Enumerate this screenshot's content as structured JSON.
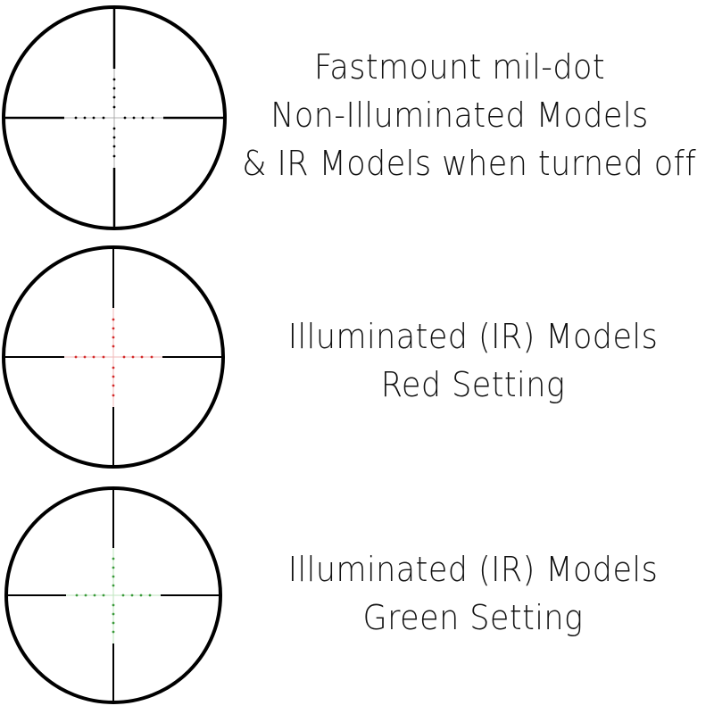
{
  "panels": [
    {
      "name": "non-illuminated",
      "dot_color": "#000000",
      "fine_line_color": "#9a9a9a",
      "caption_lines": [
        "Fastmount mil-dot",
        "Non-Illuminated Models",
        "& IR Models when turned off"
      ]
    },
    {
      "name": "red-setting",
      "dot_color": "#d42a2a",
      "fine_line_color": "#f0b8b8",
      "caption_lines": [
        "Illuminated (IR) Models",
        "Red Setting"
      ]
    },
    {
      "name": "green-setting",
      "dot_color": "#3a9a3a",
      "fine_line_color": "#bfe5bf",
      "caption_lines": [
        "Illuminated (IR) Models",
        "Green Setting"
      ]
    }
  ]
}
